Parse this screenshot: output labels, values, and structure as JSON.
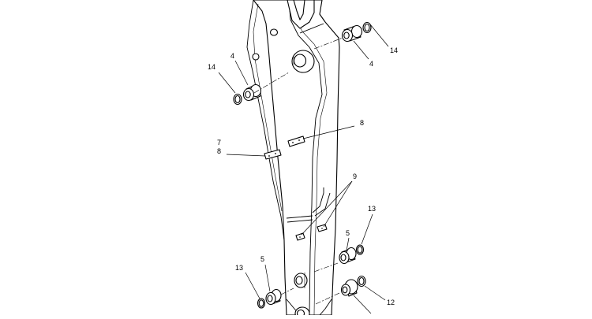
{
  "callouts": [
    {
      "id": "c1",
      "text": "4"
    },
    {
      "id": "c2",
      "text": "14"
    },
    {
      "id": "c3",
      "text": "14"
    },
    {
      "id": "c4",
      "text": "4"
    },
    {
      "id": "c5",
      "text": "8"
    },
    {
      "id": "c6",
      "text": "7"
    },
    {
      "id": "c7",
      "text": "8"
    },
    {
      "id": "c8",
      "text": "9"
    },
    {
      "id": "c9",
      "text": "13"
    },
    {
      "id": "c10",
      "text": "5"
    },
    {
      "id": "c11",
      "text": "5"
    },
    {
      "id": "c12",
      "text": "13"
    },
    {
      "id": "c13",
      "text": "12"
    }
  ]
}
